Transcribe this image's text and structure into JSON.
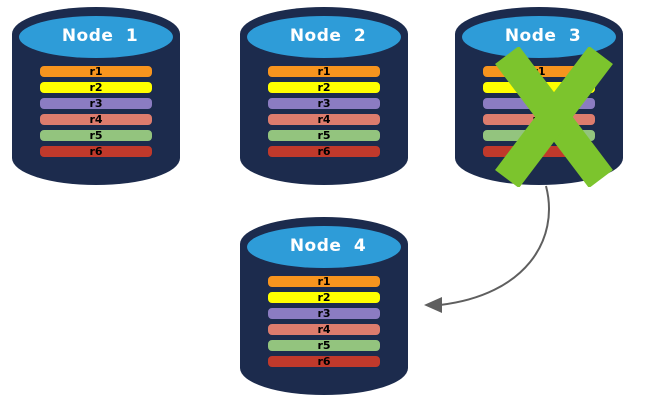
{
  "diagram": {
    "nodes": [
      {
        "label": "Node 1",
        "failed": false
      },
      {
        "label": "Node 2",
        "failed": false
      },
      {
        "label": "Node 3",
        "failed": true
      },
      {
        "label": "Node 4",
        "failed": false
      }
    ],
    "rows": [
      {
        "label": "r1",
        "color": "#F7941E"
      },
      {
        "label": "r2",
        "color": "#FFFF00"
      },
      {
        "label": "r3",
        "color": "#8B7CC2"
      },
      {
        "label": "r4",
        "color": "#DD7C6D"
      },
      {
        "label": "r5",
        "color": "#93C47E"
      },
      {
        "label": "r6",
        "color": "#C0392B"
      }
    ],
    "failure": {
      "node": "Node 3",
      "marker": "green-x"
    },
    "arrow": {
      "from": "Node 3",
      "to": "Node 4"
    },
    "colors": {
      "background": "#FFFFFF",
      "cylinder_body": "#1C2B4D",
      "cylinder_top": "#2E9CD8",
      "row_border": "#1C2B4D",
      "row_text": "#000000",
      "title_text": "#FFFFFF",
      "failure_x": "#7CC42D",
      "arrow": "#5F5F5F"
    }
  }
}
